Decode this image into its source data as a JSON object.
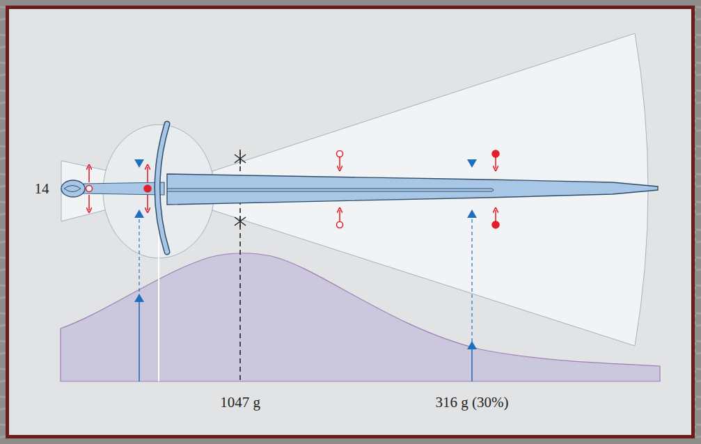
{
  "diagram": {
    "labels": [
      "14",
      "1047 g",
      "316 g (30%)"
    ]
  }
}
